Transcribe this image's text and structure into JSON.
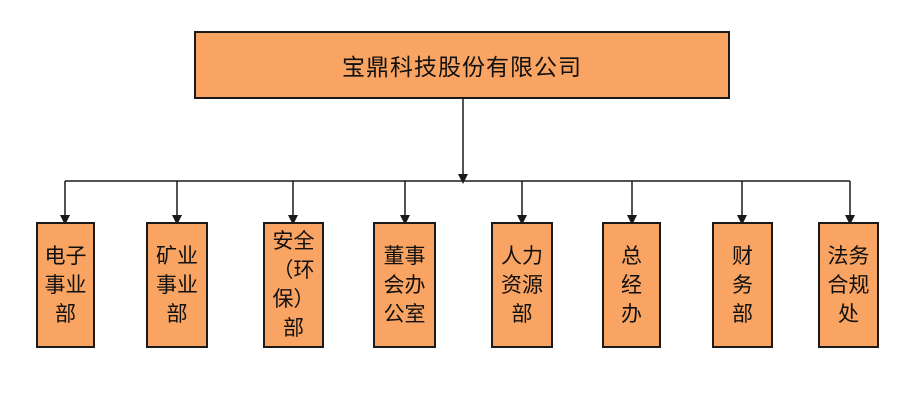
{
  "org_chart": {
    "root": {
      "label": "宝鼎科技股份有限公司"
    },
    "departments": [
      {
        "id": "electronics",
        "label": "电子\n事业\n部"
      },
      {
        "id": "mining",
        "label": "矿业\n事业\n部"
      },
      {
        "id": "safety-env",
        "label": "安全\n（环\n保）\n部"
      },
      {
        "id": "board-office",
        "label": "董事\n会办\n公室"
      },
      {
        "id": "hr",
        "label": "人力\n资源\n部"
      },
      {
        "id": "gm-office",
        "label": "总\n经\n办"
      },
      {
        "id": "finance",
        "label": "财\n务\n部"
      },
      {
        "id": "legal",
        "label": "法务\n合规\n处"
      }
    ]
  },
  "colors": {
    "box_fill": "#f9a462",
    "box_border": "#1a1a1a",
    "line": "#1a1a1a"
  }
}
